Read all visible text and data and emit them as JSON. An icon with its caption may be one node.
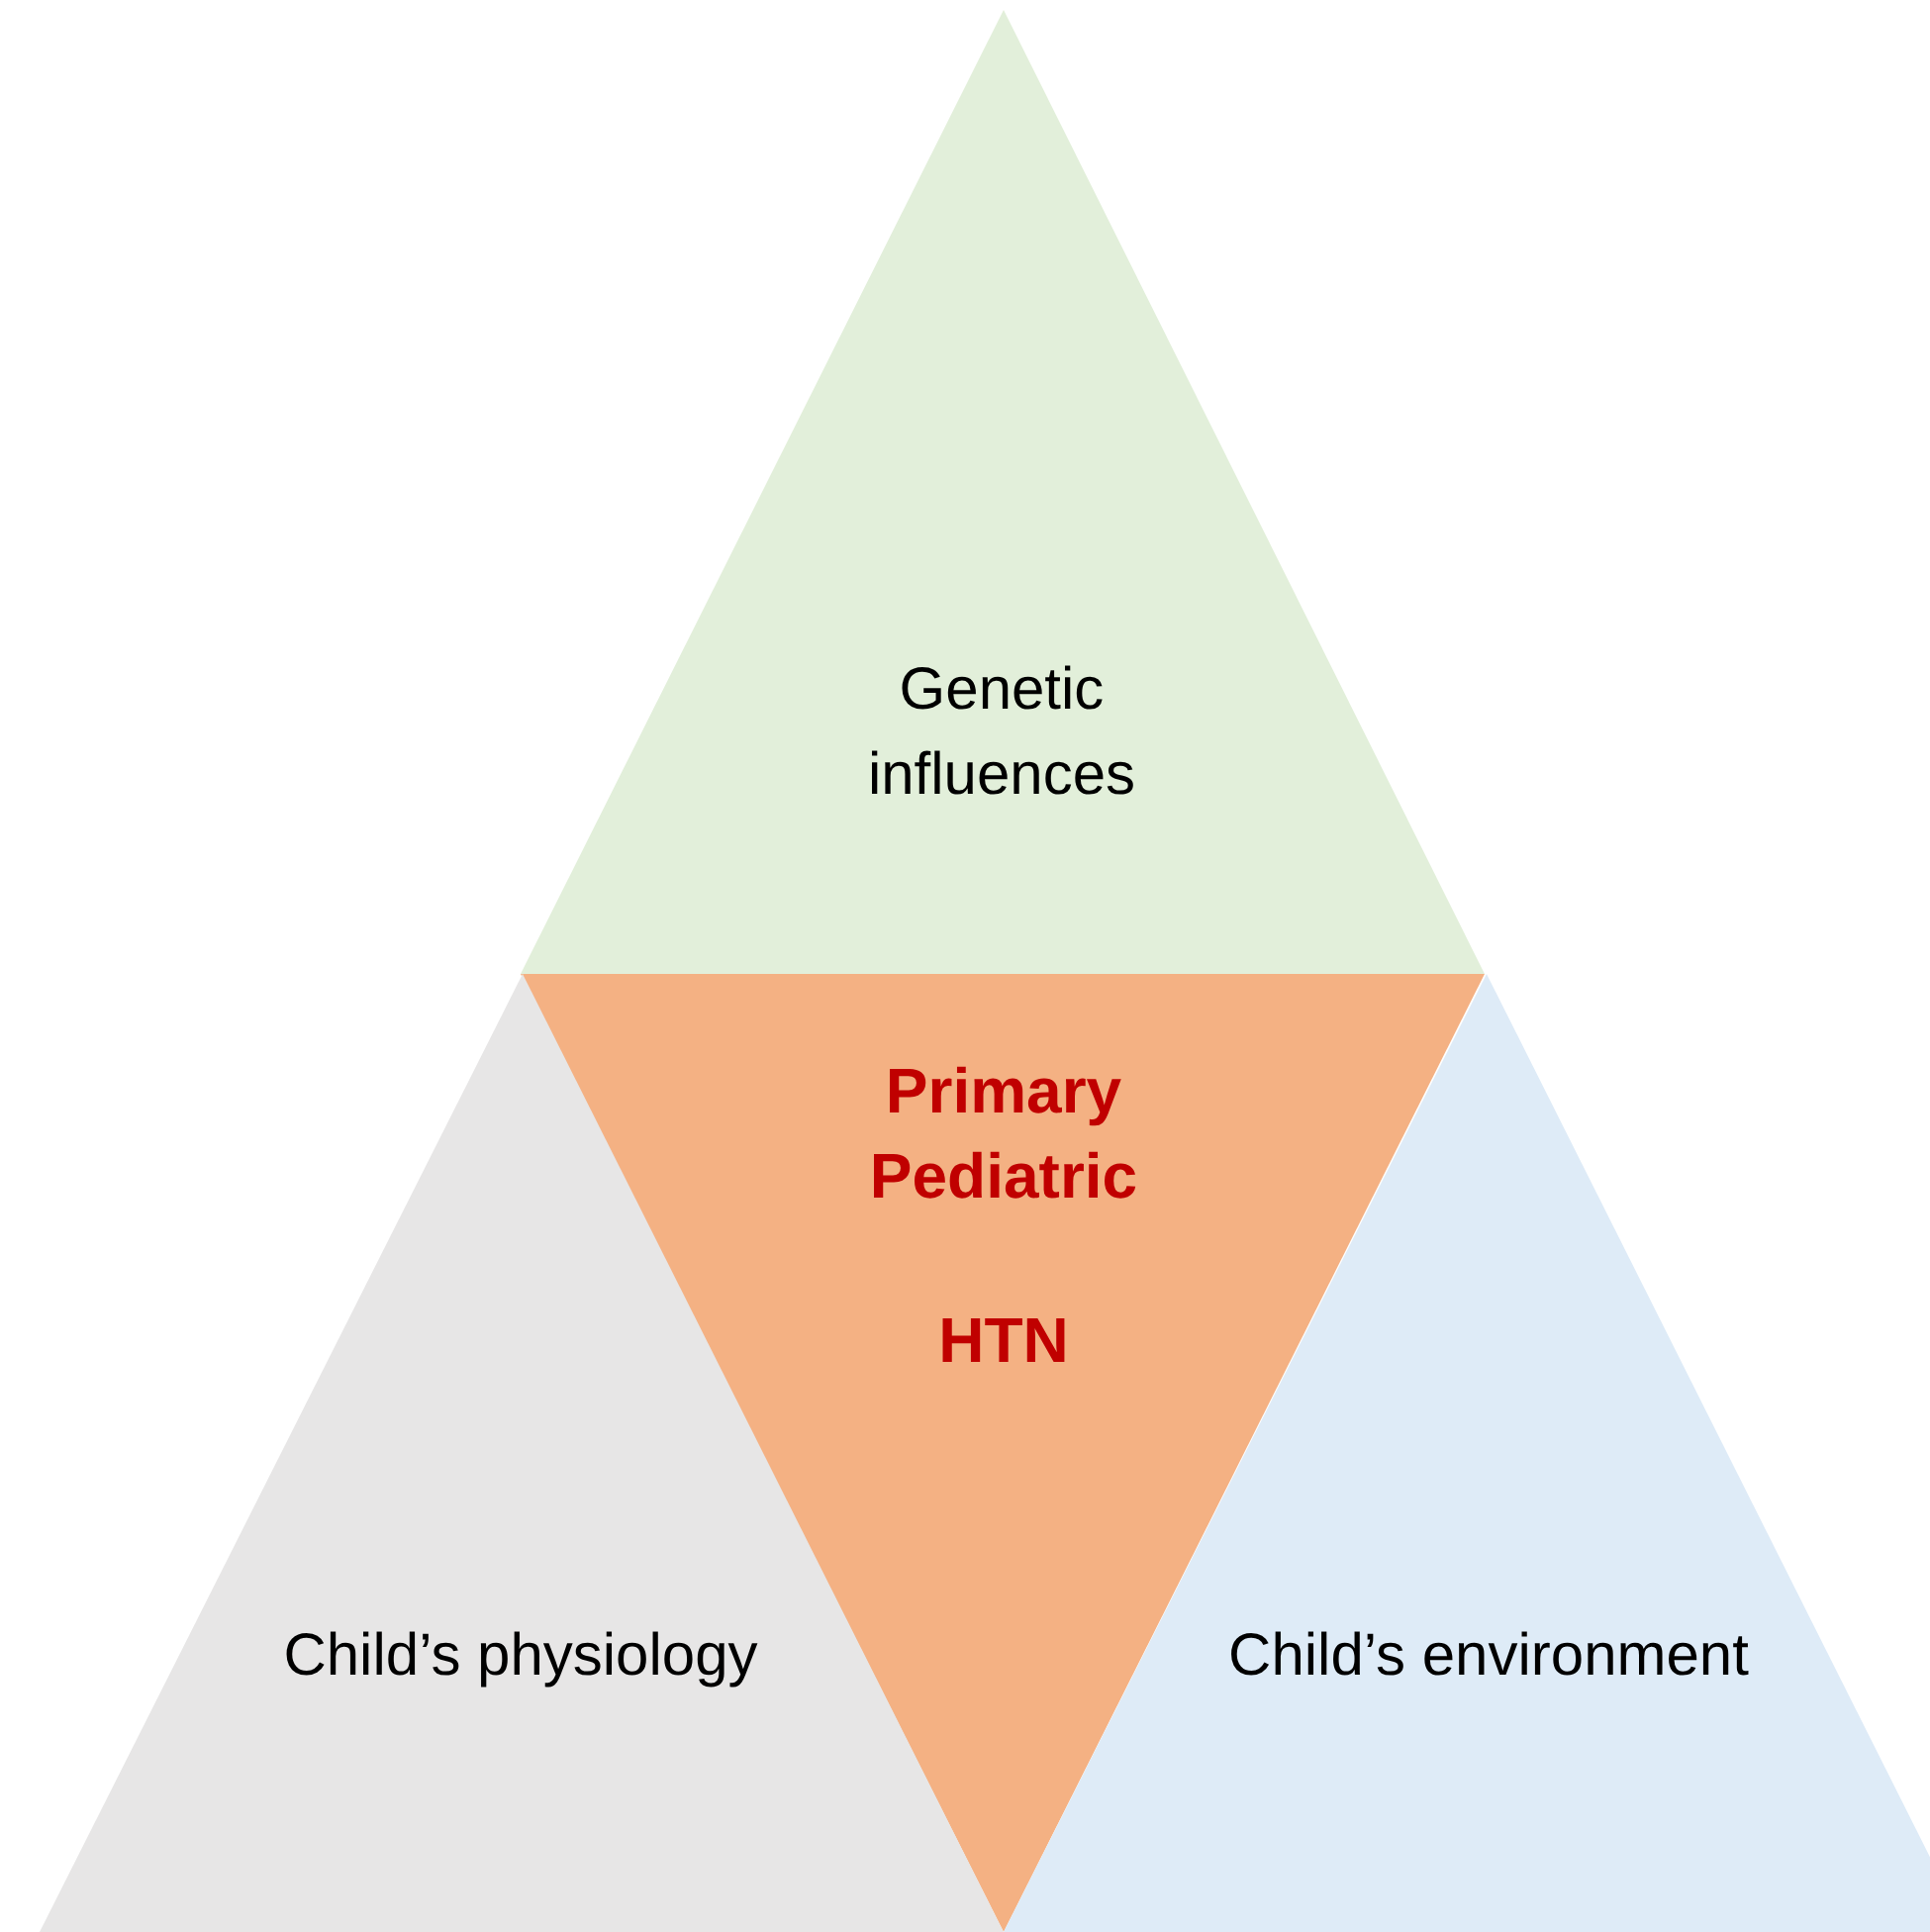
{
  "diagram": {
    "nodes": [
      {
        "text": [
          "Genetic influences"
        ]
      },
      {
        "text": [
          "Primary Pediatric",
          "HTN"
        ]
      },
      {
        "text": [
          "Child’s physiology"
        ]
      },
      {
        "text": [
          "Child’s environment"
        ]
      }
    ]
  }
}
